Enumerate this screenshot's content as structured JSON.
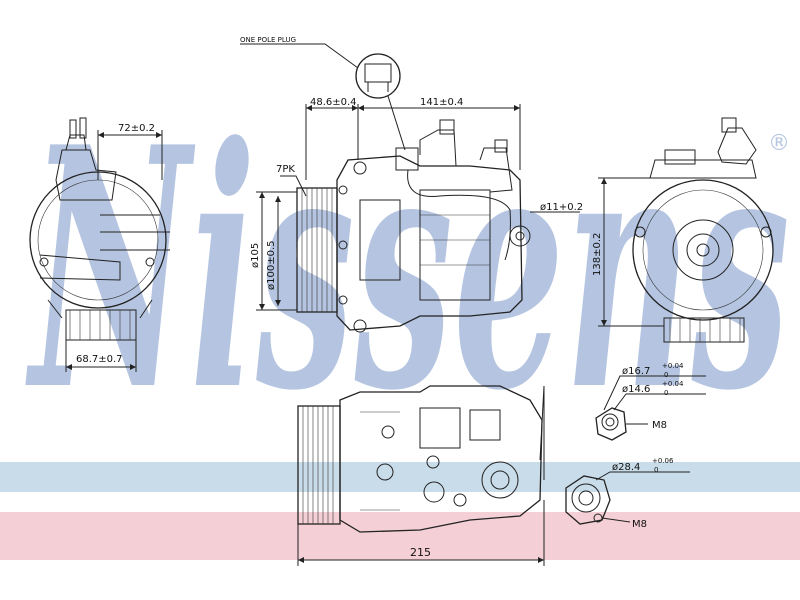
{
  "watermark": {
    "text": "Nissens",
    "trademark": "®",
    "color_blue": "#a9bcdc",
    "color_stripe_blue": "#c9dcea",
    "color_stripe_pink": "#f4cfd6"
  },
  "labels": {
    "plug": "ONE POLE PLUG",
    "pk": "7PK",
    "dim_72": "72±0.2",
    "dim_68_7": "68.7±0.7",
    "dim_48_6": "48.6±0.4",
    "dim_141": "141±0.4",
    "dim_11": "ø11+0.2",
    "dim_105": "ø105",
    "dim_100": "ø100±0.5",
    "dim_138": "138±0.2",
    "dim_16_7": "ø16.7",
    "dim_16_7_tol_upper": "+0.04",
    "dim_16_7_tol_lower": "0",
    "dim_14_6": "ø14.6",
    "dim_14_6_tol_upper": "+0.04",
    "dim_14_6_tol_lower": "0",
    "m8_upper": "M8",
    "dim_28_4": "ø28.4",
    "dim_28_4_tol_upper": "+0.06",
    "dim_28_4_tol_lower": "0",
    "m8_lower": "M8",
    "dim_215": "215"
  }
}
